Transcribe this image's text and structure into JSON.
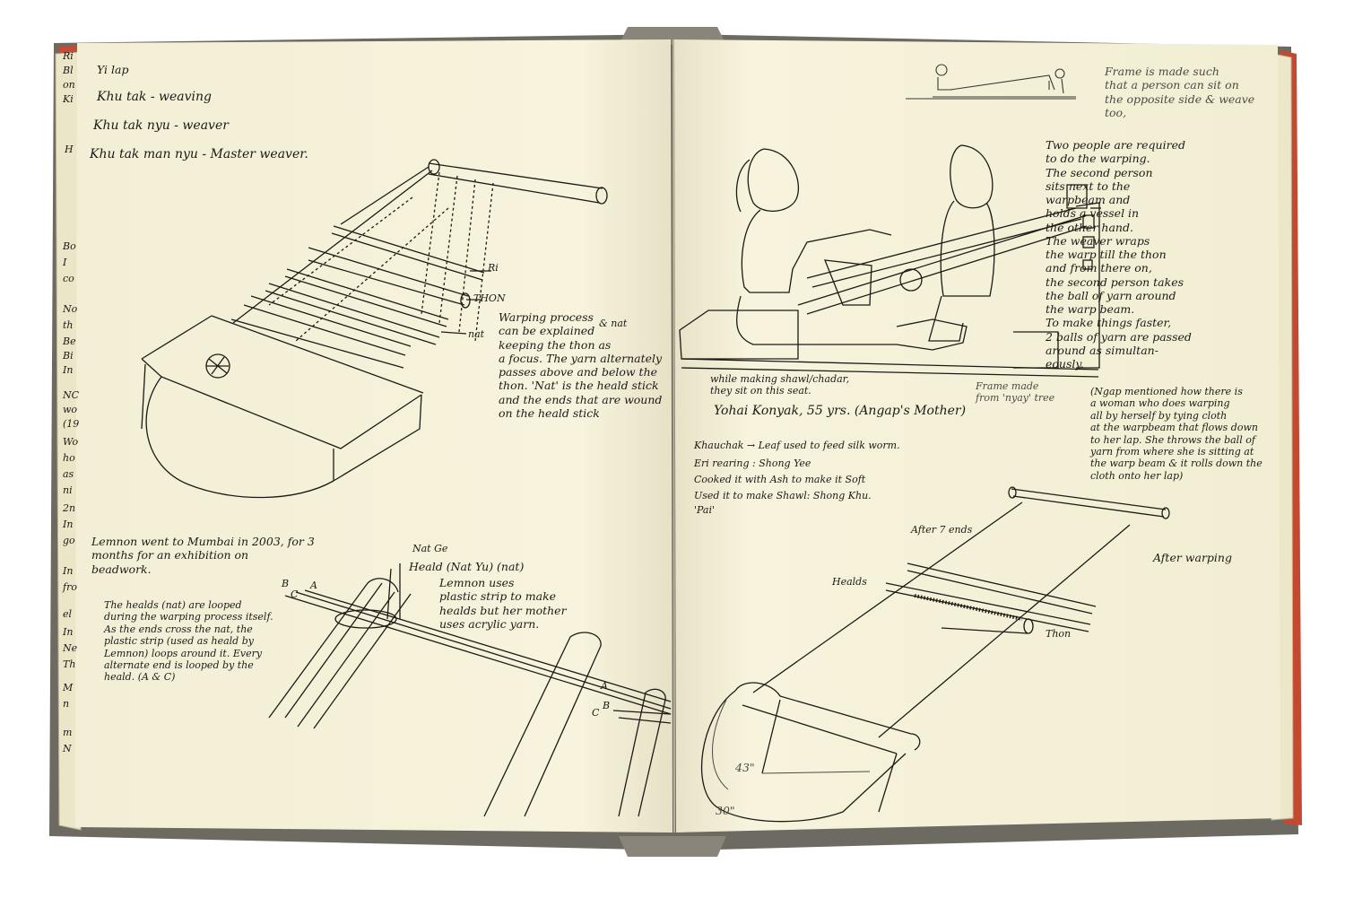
{
  "left_page": {
    "vocab": {
      "heading": "Yi lap",
      "items": [
        "Khu tak - weaving",
        "Khu tak nyu - weaver",
        "Khu tak man nyu - Master weaver."
      ]
    },
    "loom_labels": {
      "ri": "Ri",
      "thon": "THON",
      "nat": "nat"
    },
    "warping_note": "Warping process\ncan be explained\nkeeping the thon as\na focus. The yarn alternately\npasses above and below the\nthon. 'Nat' is the heald stick\nand the ends that are wound\non the heald stick",
    "warping_note_insert": "& nat",
    "lemnon_note": "Lemnon went to Mumbai in 2003, for 3\nmonths for an exhibition on\nbeadwork.",
    "heald_labels": {
      "nat_ge": "Nat Ge",
      "heald": "Heald (Nat Yu) (nat)"
    },
    "plastic_note": "Lemnon uses\nplastic strip to make\nhealds but her mother\nuses acrylic yarn.",
    "healds_note": "The healds (nat) are looped\nduring the warping process itself.\nAs the ends cross the nat, the\nplastic strip (used as heald by\nLemnon) loops around it. Every\nalternate end is looped by the\nheald. (A & C)",
    "thread_letters": [
      "B",
      "C",
      "A"
    ],
    "thread_letters_right": [
      "A",
      "B",
      "C"
    ],
    "margin_letters": [
      "Ri",
      "Bl",
      "on",
      "Ki",
      "H",
      "Bo",
      "I",
      "co",
      "No",
      "th",
      "Be",
      "Bi",
      "In",
      "NC",
      "wo",
      "(19",
      "Wo",
      "ho",
      "as",
      "ni",
      "2n",
      "In",
      "go",
      "In",
      "fro",
      "el",
      "In",
      "Ne",
      "Th",
      "M",
      "n",
      "m",
      "N"
    ]
  },
  "right_page": {
    "frame_note": "Frame is made such\nthat a person can sit on\nthe opposite side & weave\ntoo,",
    "two_people_note": "Two people are required\nto do the warping.\nThe second person\nsits next to the\nwarpbeam and\nholds a vessel in\nthe other hand.\nThe weaver wraps\nthe warp till the thon\nand from there on,\nthe second person takes\nthe ball of yarn around\nthe warp beam.\nTo make things faster,\n2 balls of yarn are passed\naround as simultan-\neously.",
    "ngap_note": "(Ngap mentioned how there is\na woman who does warping\nall by herself by tying cloth\nat the warpbeam that flows down\nto her lap. She throws the ball of\nyarn from where she is sitting at\nthe warp beam & it rolls down the\ncloth onto her lap)",
    "seat_note": "while making shawl/chadar,\nthey sit on this seat.",
    "frame_made_note": "Frame made\nfrom 'nyay' tree",
    "caption": "Yohai Konyak, 55 yrs. (Angap's Mother)",
    "silk_notes": [
      "Khauchak → Leaf used to feed silk worm.",
      "Eri rearing : Shong Yee",
      "Cooked it with Ash to make it Soft",
      "Used it to make Shawl: Shong Khu.",
      "'Pai'"
    ],
    "after_warping": "After warping",
    "after_ends": "After 7 ends",
    "healds": "Healds",
    "thon": "Thon",
    "dims": [
      "43\"",
      "30\""
    ]
  }
}
